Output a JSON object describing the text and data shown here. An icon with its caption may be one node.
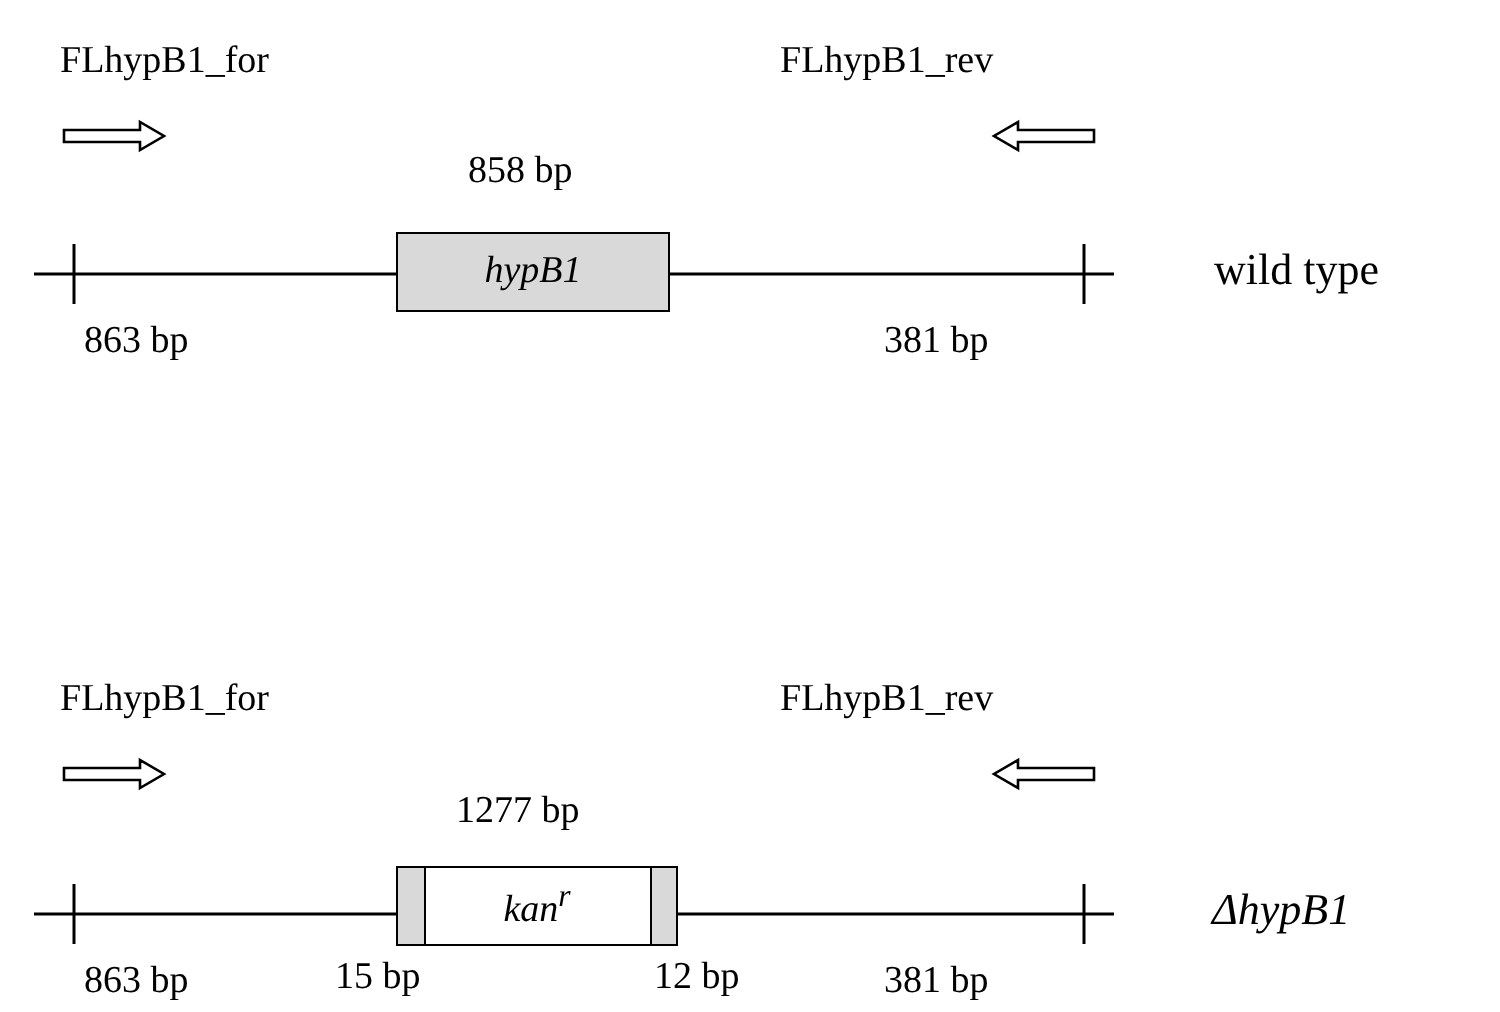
{
  "diagram": {
    "nodes": [
      {
        "text": [
          "hypB1"
        ]
      },
      {
        "text": [
          "kan$^{r}$"
        ]
      },
      {
        "text": [],
        "shape": "bar",
        "in": 1,
        "beside": [
          "15 bp"
        ]
      },
      {
        "text": [],
        "shape": "bar",
        "in": 1,
        "beside": [
          "12 bp"
        ]
      }
    ],
    "labels": [
      "FLhypB1_for",
      "FLhypB1_rev",
      "858 bp",
      "863 bp",
      "381 bp",
      "wild type",
      "FLhypB1_for",
      "FLhypB1_rev",
      "1277 bp",
      "863 bp",
      "381 bp",
      "ΔhypB1"
    ]
  }
}
